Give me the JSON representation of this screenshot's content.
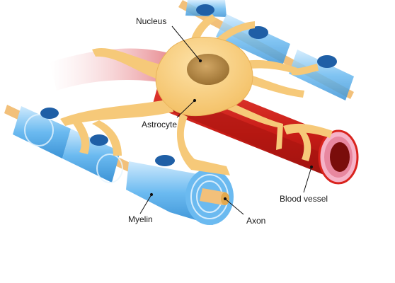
{
  "labels": {
    "nucleus": "Nucleus",
    "astrocyte": "Astrocyte",
    "blood_vessel": "Blood vessel",
    "myelin": "Myelin",
    "axon": "Axon"
  },
  "colors": {
    "astrocyte_body": "#f6c979",
    "astrocyte_outline": "#e3a94e",
    "nucleus": "#b58a4a",
    "vessel_wall": "#d9231d",
    "vessel_dark": "#a5140f",
    "vessel_lumen": "#7a0d0b",
    "vessel_inner_ring": "#f6b3c8",
    "myelin": "#5fb3ef",
    "myelin_light": "#bfe3fb",
    "schwann_nucleus": "#1f5fa6",
    "axon": "#f2c07a",
    "background": "#ffffff"
  }
}
